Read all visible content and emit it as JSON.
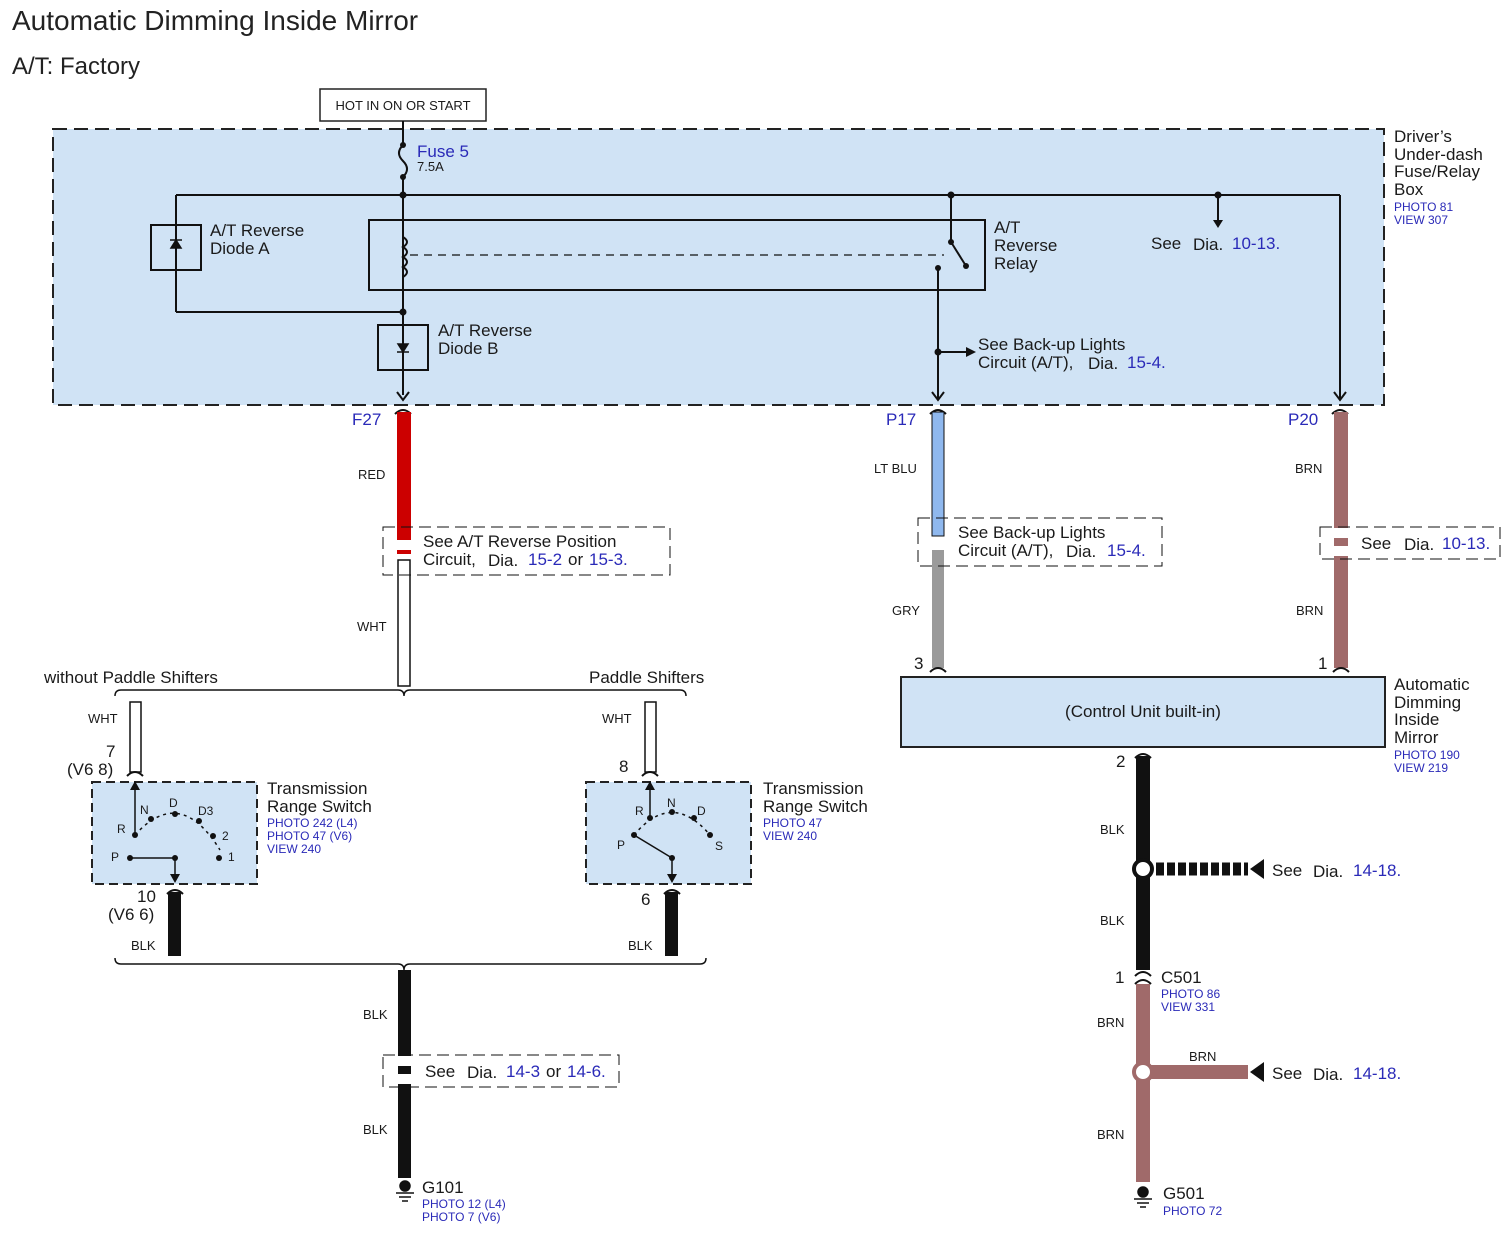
{
  "title": "Automatic Dimming Inside Mirror",
  "subtitle": "A/T: Factory",
  "power_source": "HOT IN ON OR START",
  "fuse_box": {
    "name_lines": [
      "Driver’s",
      "Under-dash",
      "Fuse/Relay",
      "Box"
    ],
    "photo": "PHOTO 81",
    "view": "VIEW 307",
    "fuse_name": "Fuse 5",
    "fuse_rating": "7.5A",
    "diode_a_lines": [
      "A/T Reverse",
      "Diode A"
    ],
    "diode_b_lines": [
      "A/T Reverse",
      "Diode B"
    ],
    "relay_lines": [
      "A/T",
      "Reverse",
      "Relay"
    ],
    "see_relay": {
      "see": "See",
      "dia": "Dia.",
      "ref": "10-13."
    },
    "see_backup": {
      "line1": "See Back-up Lights",
      "line2": "Circuit (A/T),",
      "dia": "Dia.",
      "ref": "15-4."
    }
  },
  "connectors": {
    "f27": "F27",
    "p17": "P17",
    "p20": "P20"
  },
  "wires": {
    "red": "RED",
    "wht": "WHT",
    "lt_blu": "LT BLU",
    "gry": "GRY",
    "brn": "BRN",
    "blk": "BLK"
  },
  "reverse_position": {
    "line1": "See A/T Reverse Position",
    "line2_a": "Circuit,",
    "dia": "Dia.",
    "ref1": "15-2",
    "or": "or",
    "ref2": "15-3."
  },
  "backup_lights_note": {
    "line1": "See Back-up Lights",
    "line2": "Circuit (A/T),",
    "dia": "Dia.",
    "ref": "15-4."
  },
  "brn_note": {
    "see": "See",
    "dia": "Dia.",
    "ref": "10-13."
  },
  "branch_left": "without Paddle Shifters",
  "branch_right": "Paddle Shifters",
  "trs_left": {
    "name_lines": [
      "Transmission",
      "Range Switch"
    ],
    "refs": [
      "PHOTO 242 (L4)",
      "PHOTO 47 (V6)",
      "VIEW 240"
    ],
    "pin_top": "7",
    "pin_top_alt": "(V6 8)",
    "pin_bottom": "10",
    "pin_bottom_alt": "(V6 6)",
    "positions": [
      "R",
      "N",
      "D",
      "D3",
      "2",
      "1",
      "P"
    ]
  },
  "trs_right": {
    "name_lines": [
      "Transmission",
      "Range Switch"
    ],
    "refs": [
      "PHOTO 47",
      "VIEW 240"
    ],
    "pin_top": "8",
    "pin_bottom": "6",
    "positions": [
      "R",
      "N",
      "D",
      "S",
      "P"
    ]
  },
  "ground_note": {
    "see": "See",
    "dia": "Dia.",
    "ref1": "14-3",
    "or": "or",
    "ref2": "14-6."
  },
  "g101": {
    "name": "G101",
    "refs": [
      "PHOTO 12 (L4)",
      "PHOTO 7 (V6)"
    ]
  },
  "mirror": {
    "name_lines": [
      "Automatic",
      "Dimming",
      "Inside",
      "Mirror"
    ],
    "photo": "PHOTO 190",
    "view": "VIEW 219",
    "inner": "(Control Unit built-in)",
    "pin3": "3",
    "pin1": "1",
    "pin2": "2"
  },
  "see_1418_a": {
    "see": "See",
    "dia": "Dia.",
    "ref": "14-18."
  },
  "see_1418_b": {
    "see": "See",
    "dia": "Dia.",
    "ref": "14-18."
  },
  "c501": {
    "name": "C501",
    "pin": "1",
    "photo": "PHOTO 86",
    "view": "VIEW 331"
  },
  "g501": {
    "name": "G501",
    "photo": "PHOTO 72"
  },
  "colors": {
    "box_fill": "#d0e3f5",
    "red_wire": "#cc0000",
    "lt_blu_wire": "#8fb8ee",
    "gry_wire": "#9a9a9a",
    "brn_wire": "#a06a6a",
    "blk_wire": "#111111",
    "ref_text": "#2a2ab8"
  }
}
